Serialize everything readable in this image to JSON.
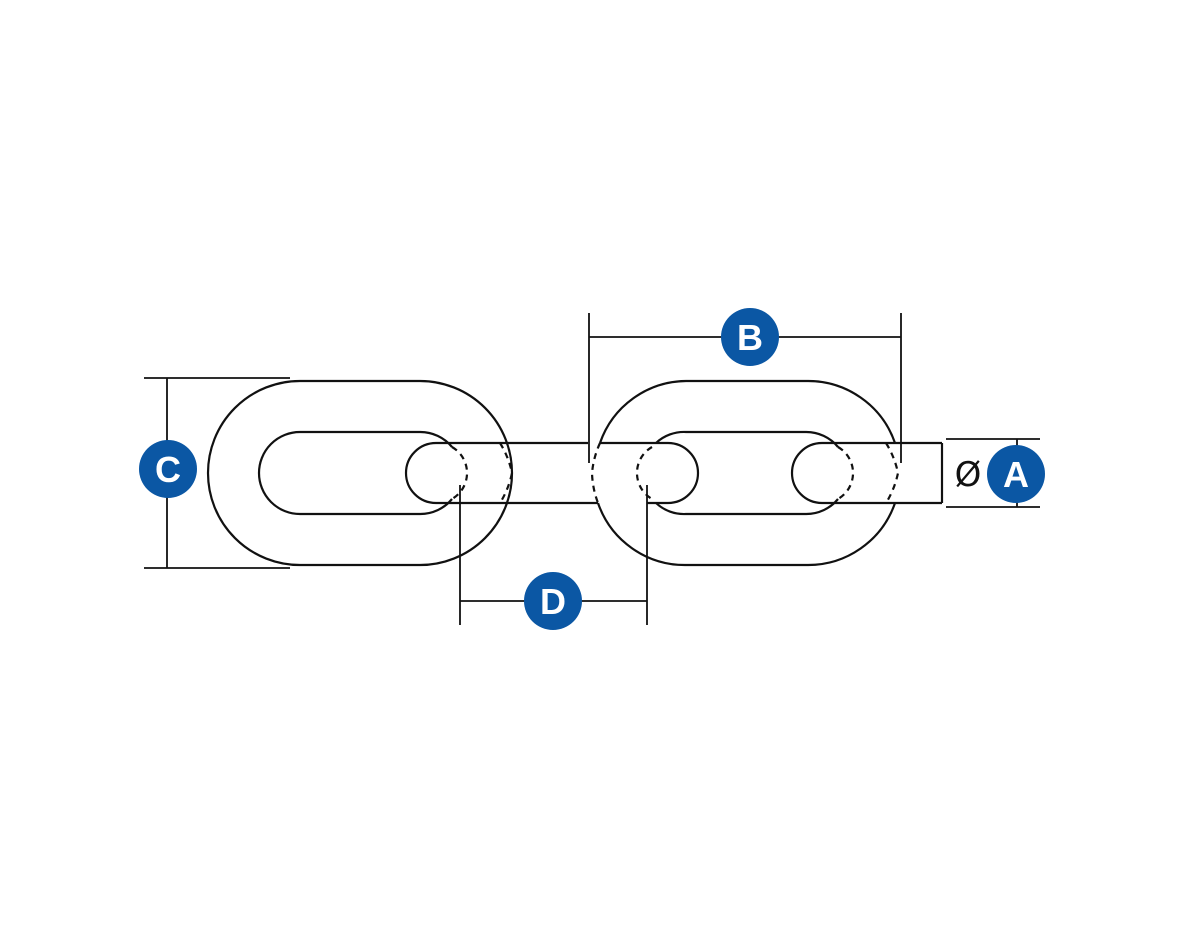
{
  "labels": {
    "a": "A",
    "b": "B",
    "c": "C",
    "d": "D"
  },
  "diameter_symbol": "Ø",
  "colors": {
    "badge": "#0b57a4",
    "line": "#111111",
    "background": "#ffffff"
  }
}
